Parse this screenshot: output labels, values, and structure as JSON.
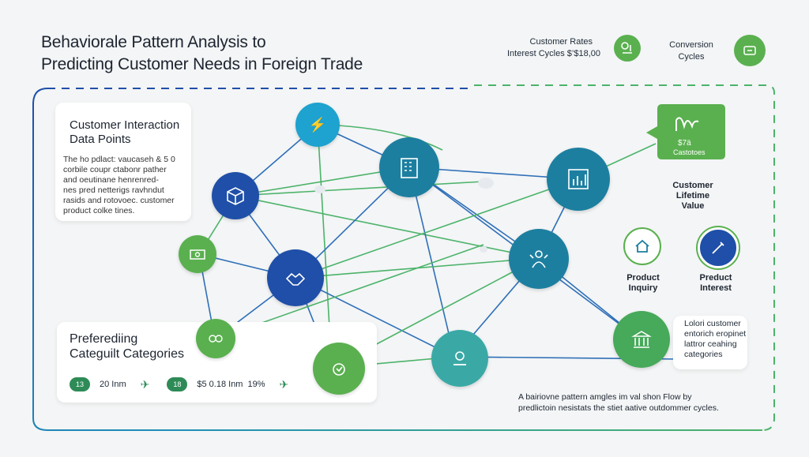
{
  "title": {
    "line1": "Behaviorale Pattern Analysis to",
    "line2": "Predicting Customer Needs in Foreign Trade"
  },
  "legend": {
    "left_line1": "Customer Rates",
    "left_line2": "Interest Cycles $’$18,00",
    "right_line1": "Conversion",
    "right_line2": "Cycles"
  },
  "card_interaction": {
    "title_line1": "Customer Interaction",
    "title_line2": "Data Points",
    "body": [
      "The ho pdlact: vaucaseh & 5 0",
      "corbile coupr ctabonr pather",
      "and oeutinane henrenred-",
      "nes pred netterigs ravhndut",
      "rasids and rotovoec. customer",
      "product colke tines."
    ]
  },
  "card_categories": {
    "title_line1": "Preferediing",
    "title_line2": "Categuilt Categories",
    "badge1": "13",
    "value1": "20 Inm",
    "badge2": "18",
    "value2": "$5 0.18 Inm",
    "value2_sub": "19%"
  },
  "speech_bubble": {
    "line1": "$7ä",
    "line2": "Castotoes"
  },
  "labels": {
    "clv_line1": "Customer",
    "clv_line2": "Lifetime",
    "clv_line3": "Value",
    "inquiry_line1": "Product",
    "inquiry_line2": "Inquiry",
    "interest_line1": "Preduct",
    "interest_line2": "Interest"
  },
  "note_right": {
    "lines": [
      "Lolori customer",
      "entorich eropinet",
      "lattror ceahing",
      "categories"
    ]
  },
  "caption": {
    "line1": "A bairiovne pattern amgles im val shon Flow by",
    "line2": "predlictoin nesistats the stiet aative outdommer cycles."
  },
  "colors": {
    "blue": "#1f4fa8",
    "teal": "#1d7fa0",
    "cyan": "#1ea2cf",
    "green": "#5ab04f"
  },
  "icons": [
    "signal-icon",
    "building-icon",
    "box-icon",
    "chart-icon",
    "money-icon",
    "handshake-icon",
    "people-icon",
    "cash-icon",
    "lock-icon",
    "bank-icon",
    "home-icon",
    "tools-icon",
    "plane-icon"
  ]
}
